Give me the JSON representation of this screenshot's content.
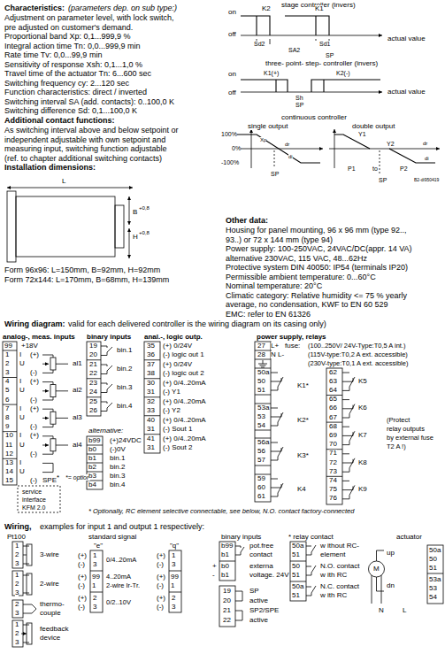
{
  "diagram": {
    "labels": [
      "Characteristics:",
      "(parameters dep. on sub type:)",
      "Adjustment on parameter level, with lock switch,",
      "pre adjusted on customer's demand.",
      "Proportional band Xp: 0,1...999,9 %",
      "Integral action time Tn: 0,0...999,9 min",
      "Rate time Tv: 0,0...99,9 min",
      "Sensitivity of response Xsh: 0,1...1,0 %",
      "Travel time of the actuator Tn: 6...600 sec",
      "Switching frequency cy: 2...120 sec",
      "Function characteristics: direct / inverted",
      "Switching interval SA (add. contacts): 0..100,0 K",
      "Switching difference Sd: 0,1...100,0 K",
      "Additional contact functions:",
      "As switching interval above and below setpoint or",
      "independent adjustable with own setpoint and",
      "measuring input, switching function adjustable",
      "(ref. to chapter additional switching contacts)",
      "Installation dimensions:",
      "L",
      "B",
      "+0,8",
      "H",
      "+0,8",
      "Form 96x96: L=150mm, B=92mm, H=92mm",
      "Form 72x144: L=170mm, B=68mm, H=139mm",
      "stage controller (invers)",
      "on",
      "off",
      "K2",
      "K1",
      "Sd2",
      "Sd1",
      "SA2",
      "SP",
      "actual value",
      "three- point- step- controller (invers)",
      "on",
      "off",
      "K1(+)",
      "K2(-)",
      "Sh",
      "SP",
      "actual value",
      "continuous controller",
      "single output",
      "double output",
      "100%",
      "Xp",
      "0%",
      "-100%",
      "dr",
      "di",
      "SP",
      "Y1",
      "Y2",
      "dr",
      "di",
      "P1",
      "to",
      "P2",
      "SP",
      "B2-di950419",
      "Other data:",
      "Housing for panel mounting, 96 x 96 mm (type 92..,",
      "93..) or 72 x 144 mm (type 94)",
      "Power supply: 100-250VAC, 24VAC/DC(appr. 14 VA)",
      "alternative 230VAC, 115 VAC, 48...62Hz",
      "Protective system DIN 40050: IP54 (terminals IP20)",
      "Permissible ambient temperature: 0...60°C",
      "Nominal temperature: 20°C",
      "Climatic category: Relative humidity <= 75 % yearly",
      "average, no condensation, KWF to EN 60 529",
      "EMC: refer to EN 61326",
      "Wiring diagram:",
      "valid for each delivered controller is the wiring diagram on its casing only)",
      "analog-, meas. inputs",
      "binary inputs",
      "anal.-, logic outp.",
      "power supply, relays",
      "99",
      "+18V",
      "1",
      "2",
      "3",
      "4",
      "5",
      "6",
      "7",
      "8",
      "9",
      "10",
      "11",
      "12",
      "13",
      "14",
      "15",
      "I",
      "(+)",
      "U",
      "(-)",
      "I",
      "(+)",
      "U",
      "(-)",
      "I",
      "(+)",
      "U",
      "(-)",
      "I",
      "(+)",
      "U",
      "(-)",
      "I",
      "U",
      "(-)",
      "SPE",
      "*",
      "al1",
      "al2",
      "al3",
      "al4",
      "*= option",
      "service",
      "interface",
      "KFM 2.0",
      "19",
      "20",
      "21",
      "22",
      "23",
      "24",
      "25",
      "26",
      "bin.1",
      "bin.2",
      "bin.3",
      "bin.4",
      "alternative:",
      "b99",
      "b0",
      "b1",
      "b2",
      "b3",
      "b4",
      "(+)24VDC",
      "(-)0V",
      "bin.1",
      "bin.2",
      "bin.3",
      "bin.4",
      "35",
      "36",
      "37",
      "38",
      "30",
      "31",
      "32",
      "33",
      "40",
      "31",
      "41",
      "31",
      "(+) 0/24V",
      "(-) logic out 1",
      "(+) 0/24V",
      "(-) logic out 2",
      "(+) 0/4..20mA",
      "(-) Y1",
      "(+) 0/4..20mA",
      "(-) Y2",
      "(+) 0/4..20mA",
      "(-) Sout 1",
      "(+) 0/4..20mA",
      "(-) Sout 2",
      "fuse:",
      "(100..250V/ 24V-Type:T0,5 A int.)",
      "(115V-type:T0,2 A ext. accessible)",
      "(230V-type:T0,1 A ext. accessible)",
      "27",
      "L+",
      "28",
      "N L-",
      "50a",
      "50",
      "51",
      "53a",
      "53",
      "54",
      "56a",
      "56",
      "57",
      "59",
      "60",
      "61",
      "K1*",
      "K2*",
      "K3*",
      "K4",
      "62",
      "63",
      "64",
      "65",
      "66",
      "67",
      "68",
      "69",
      "70",
      "71",
      "72",
      "73",
      "74",
      "75",
      "76",
      "K5",
      "K6",
      "K7",
      "K8",
      "K9",
      "(Protect",
      "relay outputs",
      "by external fuse",
      "T2 A !)",
      "* Optionally, RC element selective connectable, see below, N.O. contact factory-connected",
      "Wiring,",
      "examples for input 1 and output 1 respectively:",
      "Pt100",
      "1",
      "2",
      "3",
      "3-wire",
      "1",
      "2",
      "3",
      "2-wire",
      "2",
      "3",
      "thermo-",
      "couple",
      "1",
      "2",
      "3",
      "feedback",
      "device",
      "standard signal",
      "\"e\"",
      "\"q\"",
      "(+)",
      "(-)",
      "1",
      "3",
      "0/4..20mA",
      "(+)",
      "(-)",
      "99",
      "1",
      "4..20mA",
      "2-wire Ir-Tr.",
      "(+)",
      "(-)",
      "2",
      "3",
      "0/2..10V",
      "(+)",
      "(-)",
      "1",
      "3",
      "(+)",
      "(-)",
      "99",
      "1",
      "(+)",
      "(-)",
      "2",
      "3",
      "binary inputs",
      "b99",
      "b1",
      "pot.free",
      "contact",
      "+",
      "-",
      "b0",
      "b1",
      "externa",
      "voltage. 24V",
      "19",
      "20",
      "21",
      "22",
      "SP",
      "active",
      "SP2/SPE",
      "active",
      "* relay contact",
      "50a",
      "51",
      "w ithout RC-",
      "element",
      "50",
      "51",
      "N.O. contact",
      "w ith RC",
      "50a",
      "51",
      "N.C. contact",
      "w ith RC",
      "actuator",
      "up",
      "dn",
      "M",
      "N",
      "L",
      "50a",
      "50",
      "51",
      "53a",
      "53",
      "54"
    ]
  }
}
